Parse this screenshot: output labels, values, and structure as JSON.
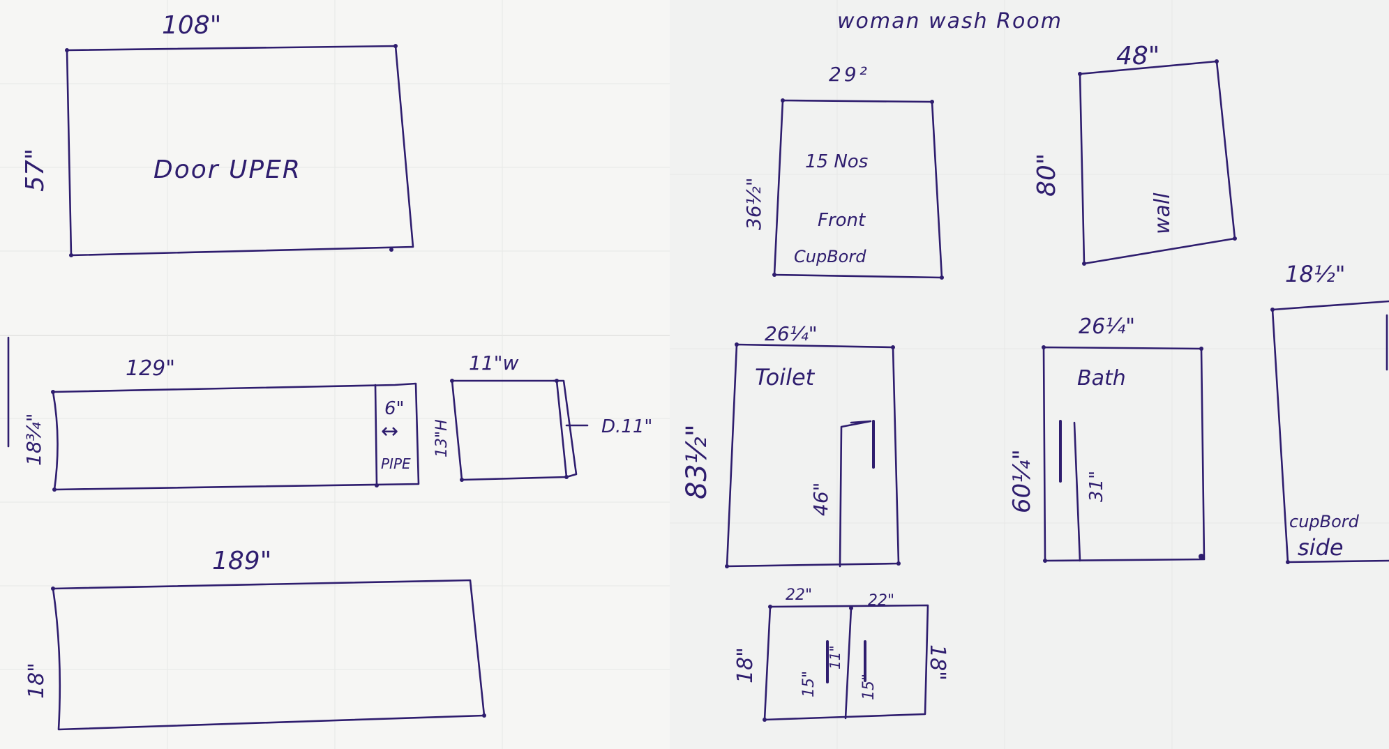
{
  "title": "woman wash Room",
  "door_uper": {
    "width": "108\"",
    "height": "57\"",
    "label": "Door UPER"
  },
  "counter": {
    "width": "129\"",
    "height": "18¾\"",
    "pipe_width": "6\"",
    "pipe_arrow": "↔",
    "pipe_label": "PIPE",
    "gap": "13\"H"
  },
  "small_box": {
    "width": "11\"w",
    "side": "D.11\""
  },
  "long_panel": {
    "width": "189\"",
    "height": "18\""
  },
  "front_cupbord": {
    "width": "29²",
    "height": "36½\"",
    "line1": "15 Nos",
    "line2": "Front",
    "line3": "CupBord"
  },
  "wall": {
    "width": "48\"",
    "height": "80\"",
    "label": "wall"
  },
  "toilet": {
    "width": "26¼\"",
    "height": "83½\"",
    "label": "Toilet",
    "inner": "46\""
  },
  "bath": {
    "width": "26¼\"",
    "height": "60¼\"",
    "label": "Bath",
    "inner": "31\""
  },
  "cupbord_side": {
    "width": "18½\"",
    "line1": "cupBord",
    "line2": "side"
  },
  "double_door": {
    "left_width": "22\"",
    "right_width": "22\"",
    "left_height": "18\"",
    "right_height": "18\"",
    "h1": "15\"",
    "h2": "11\"",
    "h3": "15\""
  }
}
